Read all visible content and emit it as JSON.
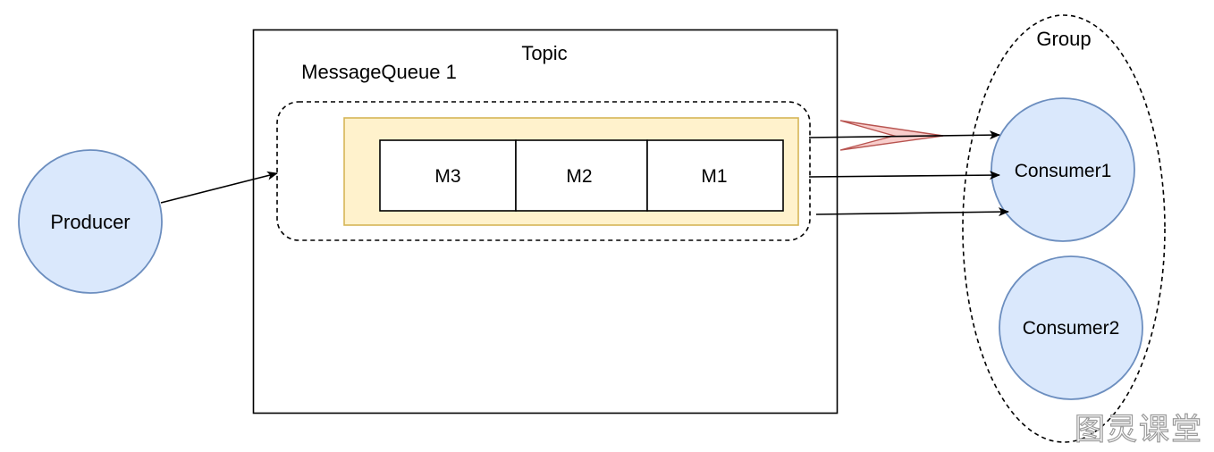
{
  "diagram": {
    "producer": {
      "label": "Producer"
    },
    "topic": {
      "label": "Topic"
    },
    "queue": {
      "label": "MessageQueue 1",
      "messages": [
        "M3",
        "M2",
        "M1"
      ]
    },
    "group": {
      "label": "Group",
      "consumers": [
        {
          "label": "Consumer1"
        },
        {
          "label": "Consumer2"
        }
      ]
    },
    "watermark": "图灵课堂"
  },
  "colors": {
    "node_fill": "#dae8fc",
    "node_stroke": "#6c8ebf",
    "queue_fill": "#fff2cc",
    "queue_stroke": "#d6b656",
    "highlight_arrow_fill": "#f8cecc",
    "highlight_arrow_stroke": "#b85450",
    "line": "#000000"
  }
}
